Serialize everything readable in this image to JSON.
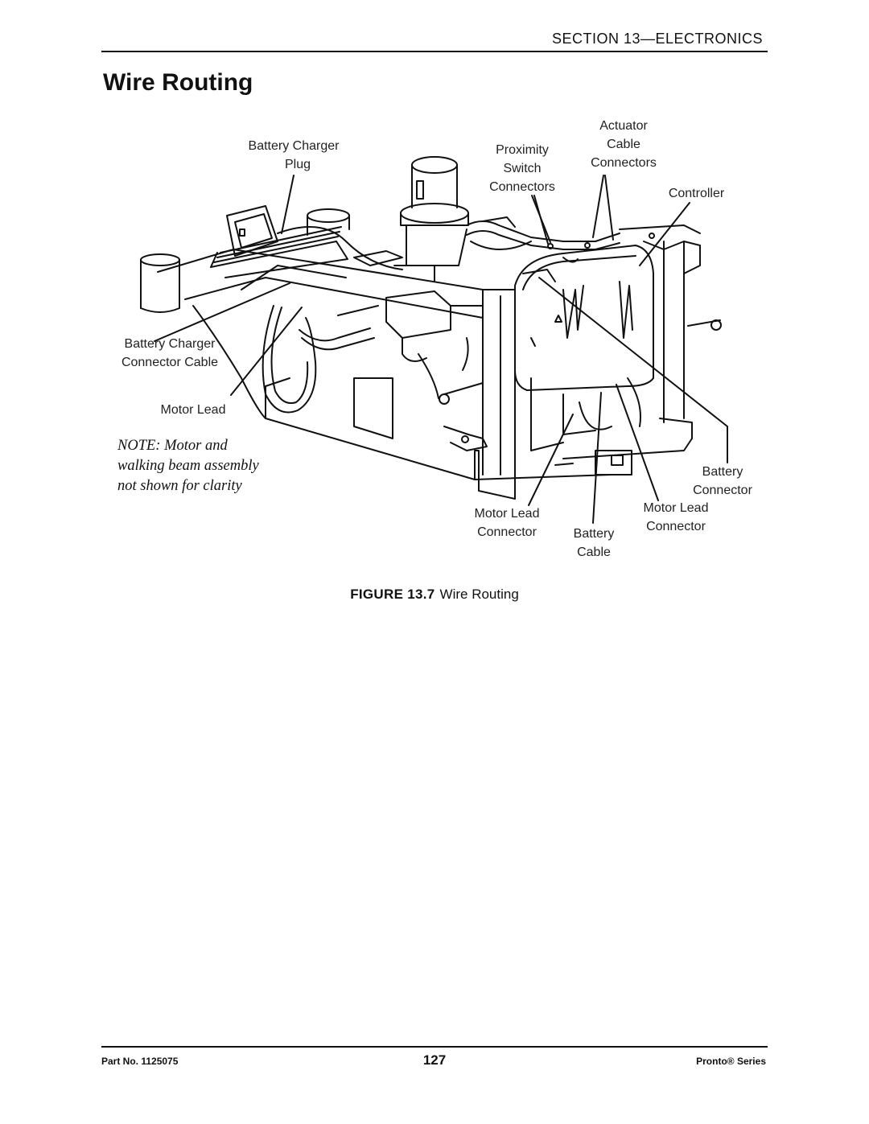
{
  "header": {
    "section": "SECTION 13—ELECTRONICS"
  },
  "page_title": "Wire Routing",
  "figure": {
    "labels": {
      "battery_charger_plug": [
        "Battery Charger",
        "Plug"
      ],
      "proximity_switch_connectors": [
        "Proximity",
        "Switch",
        "Connectors"
      ],
      "actuator_cable_connectors": [
        "Actuator",
        "Cable",
        "Connectors"
      ],
      "controller": [
        "Controller"
      ],
      "battery_charger_connector_cable": [
        "Battery Charger",
        "Connector Cable"
      ],
      "motor_lead": [
        "Motor Lead"
      ],
      "battery_connector": [
        "Battery",
        "Connector"
      ],
      "motor_lead_connector_left": [
        "Motor Lead",
        "Connector"
      ],
      "battery_cable": [
        "Battery",
        "Cable"
      ],
      "motor_lead_connector_right": [
        "Motor Lead",
        "Connector"
      ]
    },
    "note": [
      "NOTE: Motor and",
      "walking beam assembly",
      "not shown for clarity"
    ]
  },
  "caption": {
    "label": "FIGURE 13.7",
    "text": "Wire Routing"
  },
  "footer": {
    "part_no": "Part No. 1125075",
    "page_number": "127",
    "series": "Pronto® Series"
  }
}
